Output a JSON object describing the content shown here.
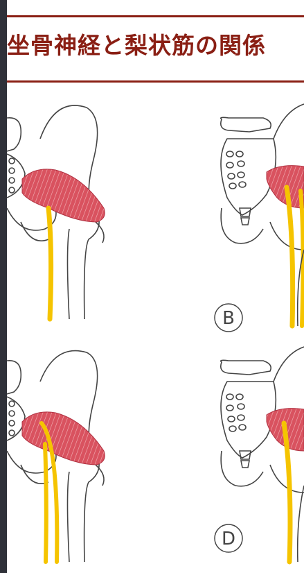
{
  "title": "坐骨神経と梨状筋の関係",
  "labels": {
    "b": "B",
    "d": "D"
  },
  "colors": {
    "accent": "#8a1f14",
    "muscle": "#d9525f",
    "nerve": "#f5c400",
    "outline": "#444444",
    "background": "#2f3139"
  }
}
